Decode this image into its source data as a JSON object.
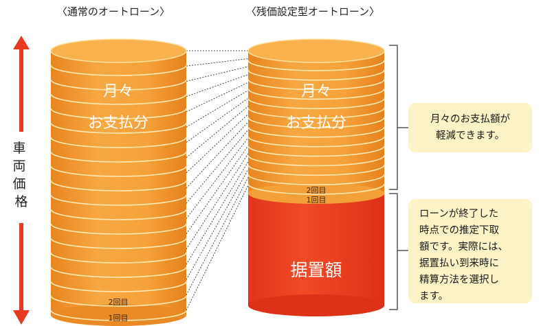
{
  "titles": {
    "normal": "〈通常のオートローン〉",
    "residual": "〈残価設定型オートローン〉"
  },
  "axis": {
    "label": "車両価格"
  },
  "cylinder_normal": {
    "main_line1": "月々",
    "main_line2": "お支払分",
    "second_label": "2回目",
    "first_label": "1回目",
    "stripes": 18
  },
  "cylinder_residual": {
    "main_line1": "月々",
    "main_line2": "お支払分",
    "second_label": "2回目",
    "first_label": "1回目",
    "deferred_label": "据置額",
    "stripes": 14
  },
  "notes": {
    "monthly": "月々のお支払額が\n軽減できます。",
    "residual": "ローンが終了した\n時点での推定下取\n額です。実際には、\n据置払い到来時に\n精算方法を選択し\nます。"
  },
  "colors": {
    "orange_body": "#f6a23a",
    "orange_top": "#f9b24e",
    "stripe": "#fde9b4",
    "deferred_red": "#ee4221",
    "arrow_red": "#e8391e",
    "bracket": "#555555",
    "note_bg": "#fbf3c6"
  }
}
